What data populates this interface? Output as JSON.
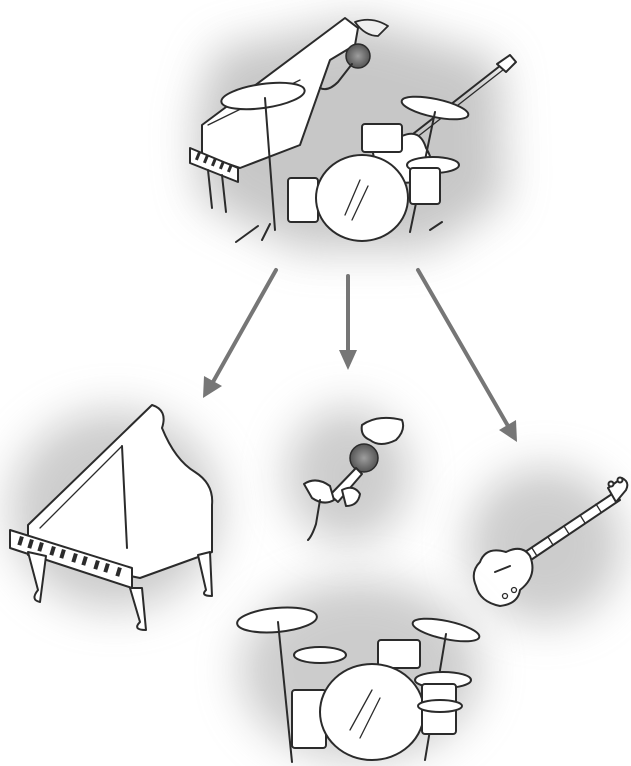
{
  "diagram": {
    "nodes": [
      {
        "id": "band",
        "icon": "band-instruments-icon"
      },
      {
        "id": "piano",
        "icon": "grand-piano-icon"
      },
      {
        "id": "microphone",
        "icon": "microphone-icon"
      },
      {
        "id": "guitar",
        "icon": "electric-guitar-icon"
      },
      {
        "id": "drums",
        "icon": "drum-kit-icon"
      }
    ],
    "edges": [
      {
        "from": "band",
        "to": "piano"
      },
      {
        "from": "band",
        "to": "microphone"
      },
      {
        "from": "band",
        "to": "guitar"
      }
    ],
    "colors": {
      "arrow": "#767676",
      "ink": "#2b2b2b",
      "shadow": "#bdbdbd"
    }
  }
}
